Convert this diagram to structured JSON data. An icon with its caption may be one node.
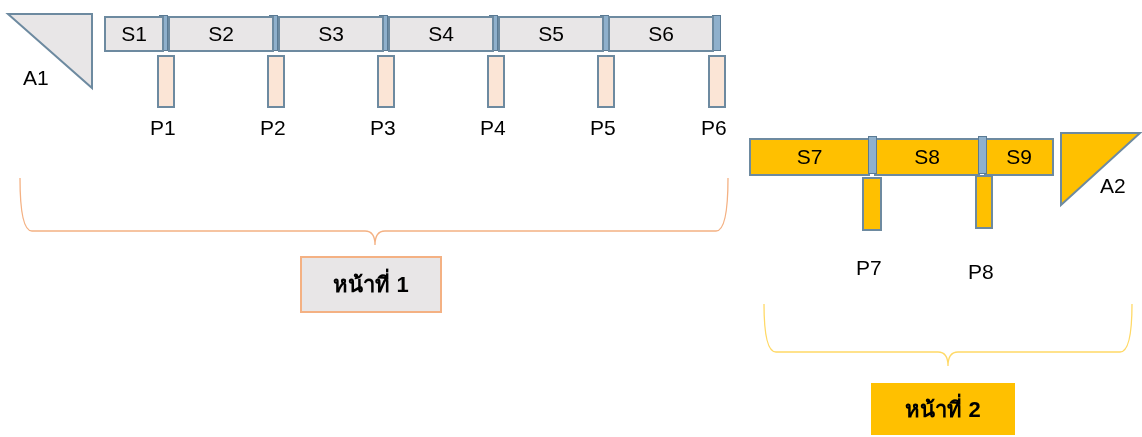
{
  "diagram": {
    "nodes": [
      {
        "text": [
          "A1"
        ]
      },
      {
        "text": [
          "S1"
        ]
      },
      {
        "text": [
          "S2"
        ]
      },
      {
        "text": [
          "S3"
        ]
      },
      {
        "text": [
          "S4"
        ]
      },
      {
        "text": [
          "S5"
        ]
      },
      {
        "text": [
          "S6"
        ]
      },
      {
        "text": [
          "P1"
        ]
      },
      {
        "text": [
          "P2"
        ]
      },
      {
        "text": [
          "P3"
        ]
      },
      {
        "text": [
          "P4"
        ]
      },
      {
        "text": [
          "P5"
        ]
      },
      {
        "text": [
          "P6"
        ]
      },
      {
        "text": [
          "S7"
        ]
      },
      {
        "text": [
          "S8"
        ]
      },
      {
        "text": [
          "S9"
        ]
      },
      {
        "text": [
          "P7"
        ]
      },
      {
        "text": [
          "P8"
        ]
      },
      {
        "text": [
          "A2"
        ]
      },
      {
        "text": [
          "หน้าที่ 1"
        ]
      },
      {
        "text": [
          "หน้าที่ 2"
        ]
      }
    ],
    "edges": []
  }
}
